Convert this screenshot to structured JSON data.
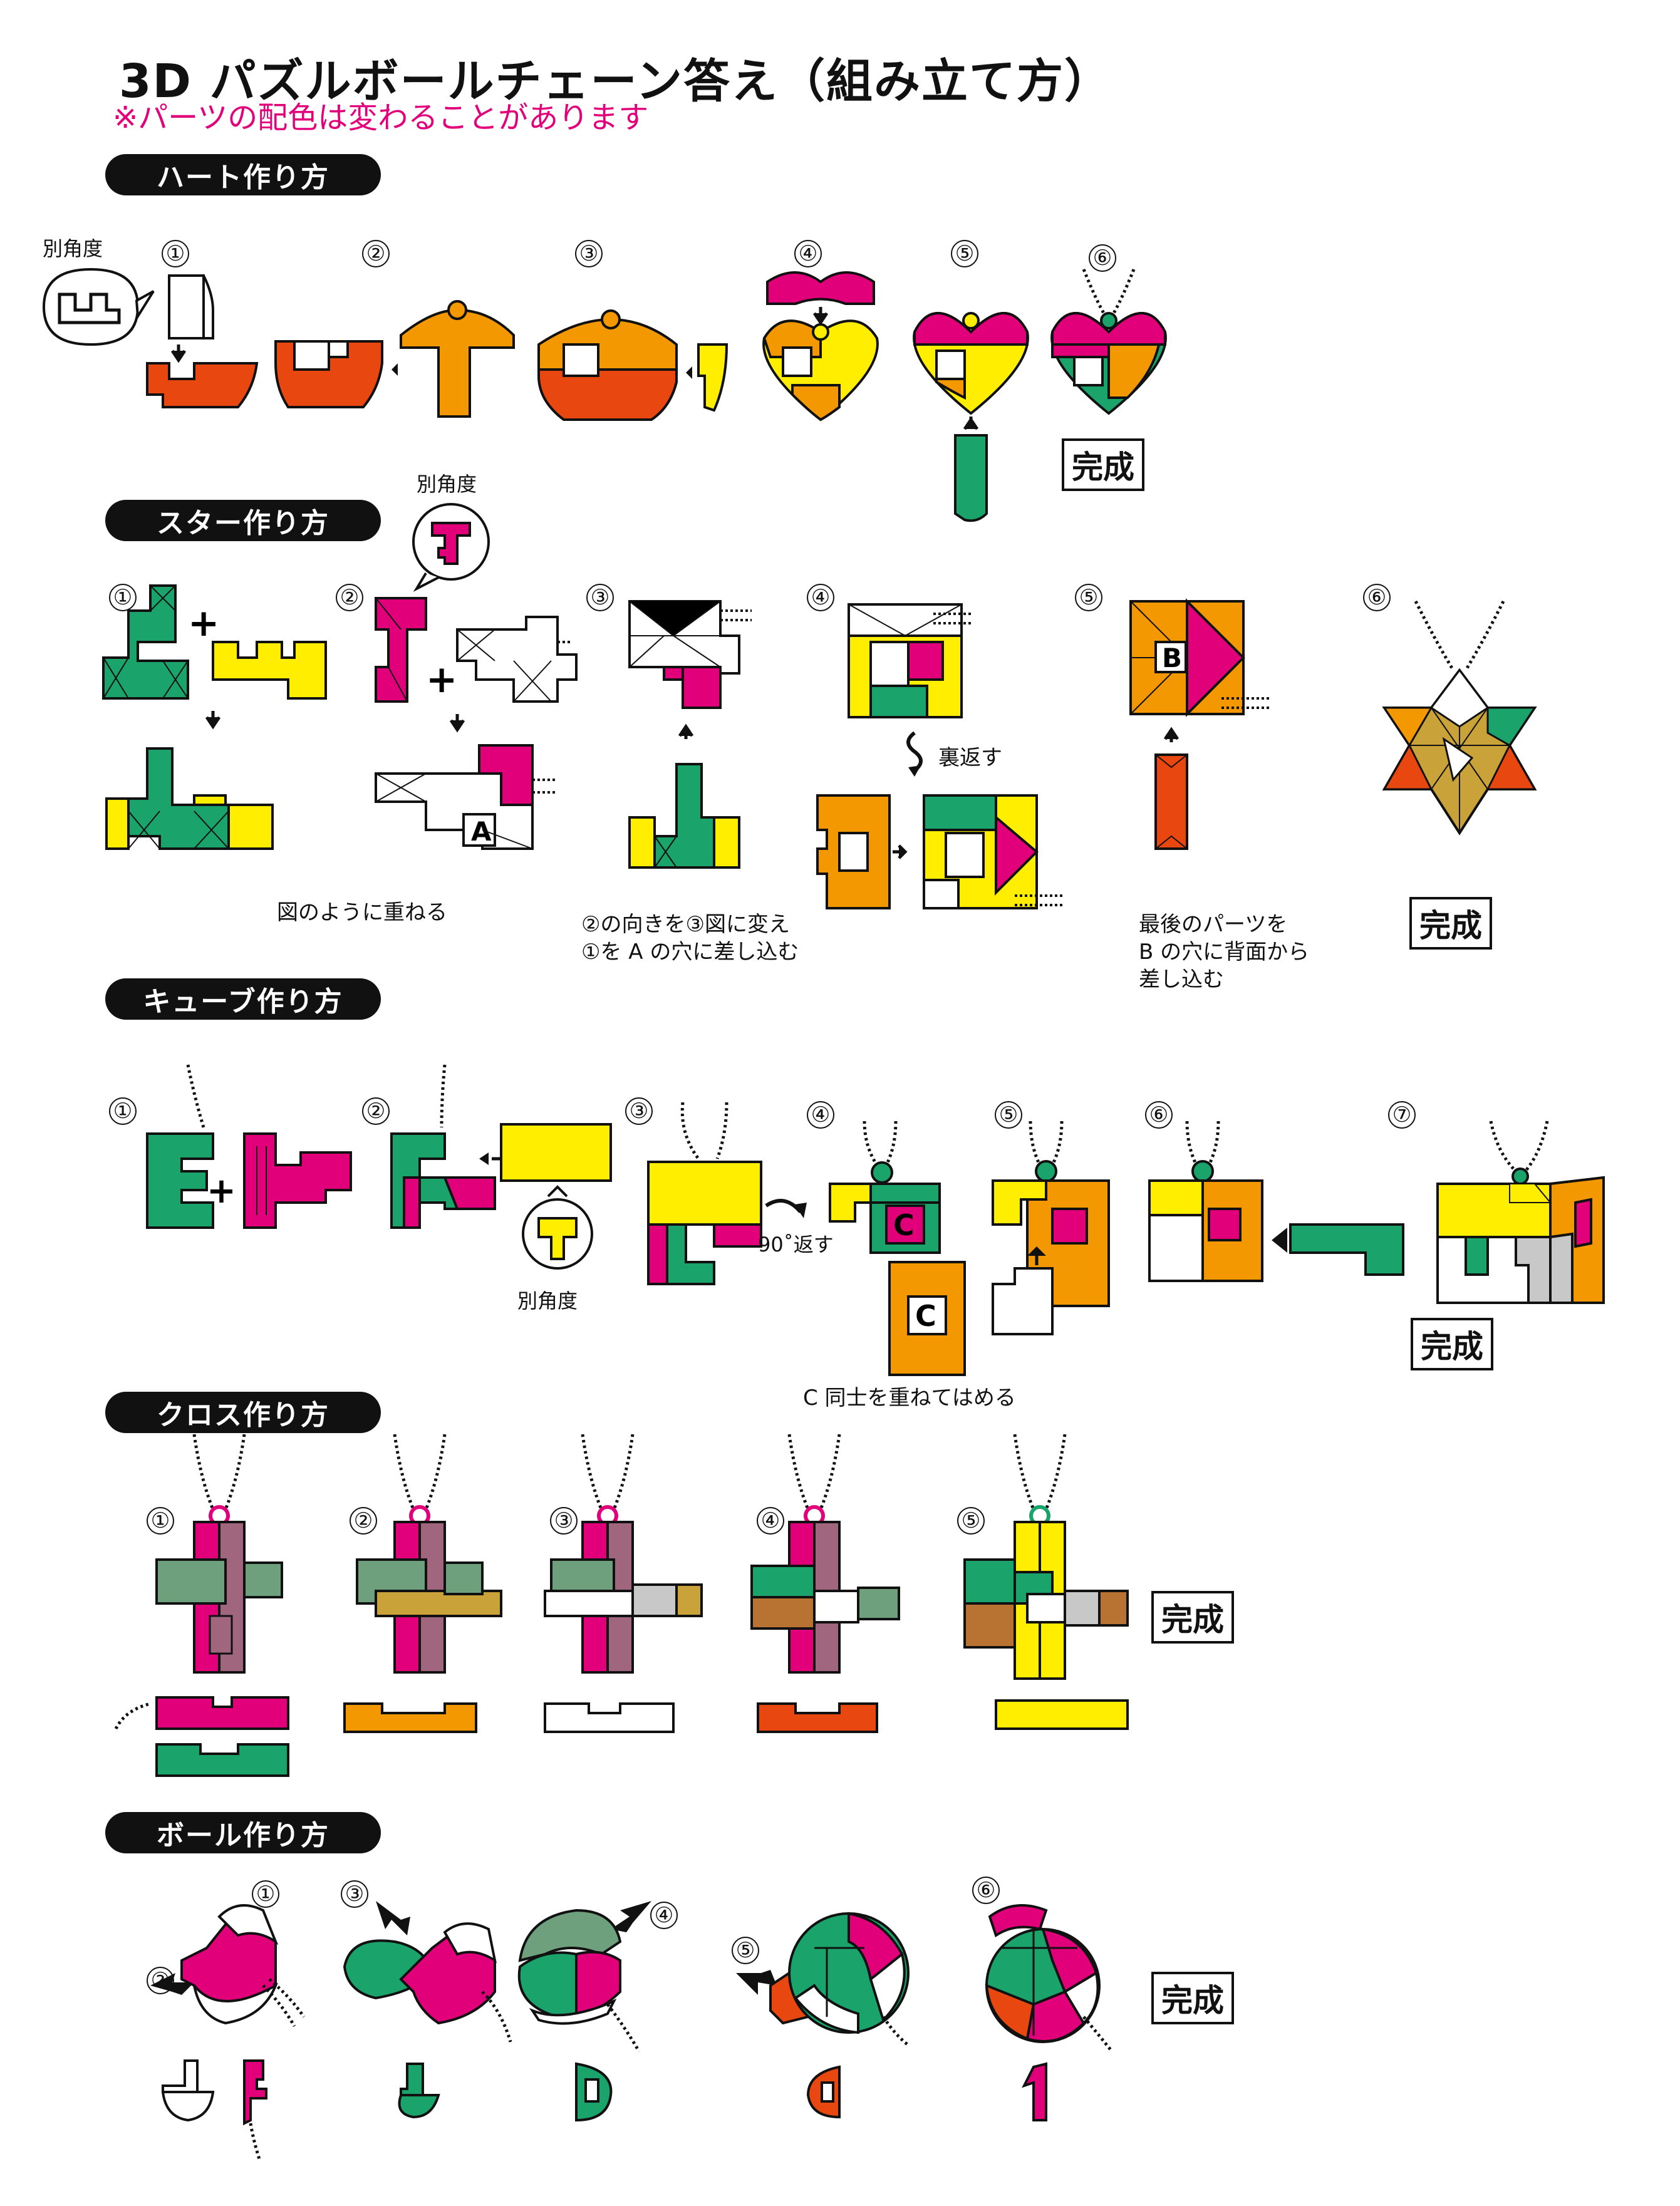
{
  "page": {
    "title": "3D パズルボールチェーン答え（組み立て方）",
    "subtitle": "※パーツの配色は変わることがあります"
  },
  "colors": {
    "magenta": "#e2007a",
    "green": "#1aa36b",
    "yellow": "#ffee00",
    "orange": "#f39800",
    "red_orange": "#e8480f",
    "sage": "#6fa07e",
    "mauve": "#a0667d",
    "brown": "#b87333",
    "khaki": "#c9a23a",
    "gray": "#c8c8c8",
    "black": "#111111"
  },
  "common": {
    "complete_label": "完成",
    "alt_angle_label": "別角度"
  },
  "sections": {
    "heart": {
      "title": "ハート作り方",
      "steps": [
        "①",
        "②",
        "③",
        "④",
        "⑤",
        "⑥"
      ]
    },
    "star": {
      "title": "スター作り方",
      "steps": [
        "①",
        "②",
        "③",
        "④",
        "⑤",
        "⑥"
      ],
      "label_a": "A",
      "label_b": "B",
      "flip_label": "裏返す",
      "note_1": "図のように重ねる",
      "note_2_line1": "②の向きを③図に変え",
      "note_2_line2": "①を A の穴に差し込む",
      "note_3_line1": "最後のパーツを",
      "note_3_line2": "B の穴に背面から",
      "note_3_line3": "差し込む"
    },
    "cube": {
      "title": "キューブ作り方",
      "steps": [
        "①",
        "②",
        "③",
        "④",
        "⑤",
        "⑥",
        "⑦"
      ],
      "rotate_label": "90˚返す",
      "label_c": "C",
      "note": "C 同士を重ねてはめる"
    },
    "cross": {
      "title": "クロス作り方",
      "steps": [
        "①",
        "②",
        "③",
        "④",
        "⑤"
      ]
    },
    "ball": {
      "title": "ボール作り方",
      "steps": [
        "①",
        "②",
        "③",
        "④",
        "⑤",
        "⑥"
      ]
    }
  }
}
